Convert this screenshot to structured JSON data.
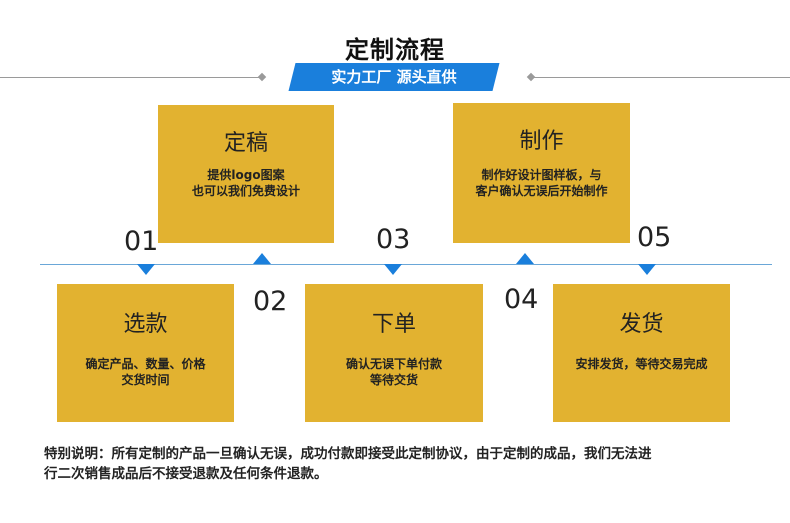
{
  "title": "定制流程",
  "banner": "实力工厂 源头直供",
  "colors": {
    "accent": "#1a7fdc",
    "box": "#e2b230",
    "line": "#9a9a9a"
  },
  "steps": [
    {
      "number": "01",
      "title": "选款",
      "desc_lines": [
        "确定产品、数量、价格",
        "交货时间"
      ]
    },
    {
      "number": "02",
      "title": "定稿",
      "desc_lines": [
        "提供logo图案",
        "也可以我们免费设计"
      ]
    },
    {
      "number": "03",
      "title": "下单",
      "desc_lines": [
        "确认无误下单付款",
        "等待交货"
      ]
    },
    {
      "number": "04",
      "title": "制作",
      "desc_lines": [
        "制作好设计图样板，与",
        "客户确认无误后开始制作"
      ]
    },
    {
      "number": "05",
      "title": "发货",
      "desc_lines": [
        "安排发货，等待交易完成"
      ]
    }
  ],
  "note_lines": [
    "特别说明：所有定制的产品一旦确认无误，成功付款即接受此定制协议，由于定制的成品，我们无法进",
    "行二次销售成品后不接受退款及任何条件退款。"
  ]
}
